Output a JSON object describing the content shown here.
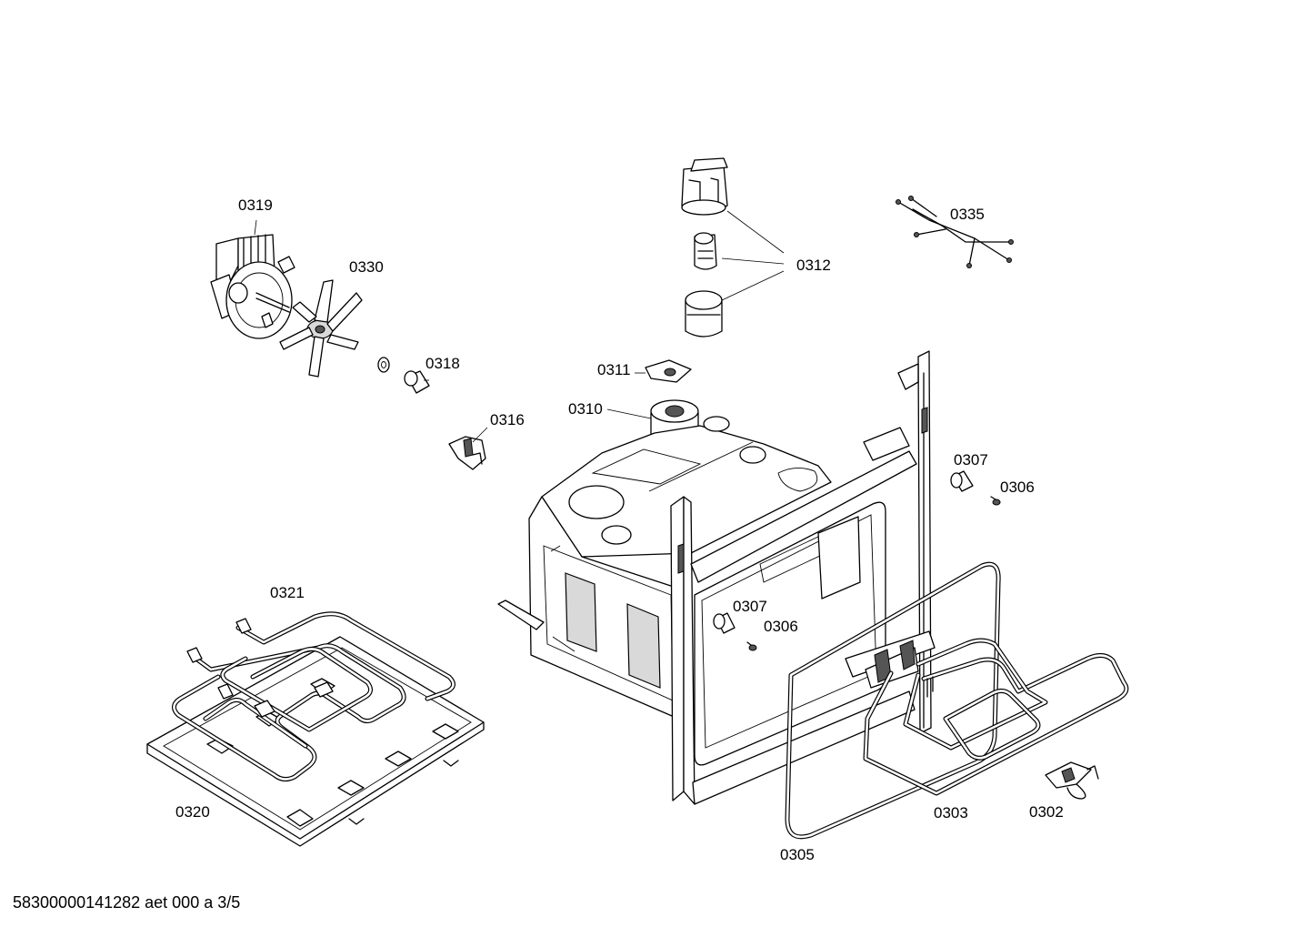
{
  "diagram": {
    "labels": {
      "p0319": "0319",
      "p0330": "0330",
      "p0318": "0318",
      "p0316": "0316",
      "p0311": "0311",
      "p0310": "0310",
      "p0312": "0312",
      "p0335": "0335",
      "p0307a": "0307",
      "p0306a": "0306",
      "p0307b": "0307",
      "p0306b": "0306",
      "p0321": "0321",
      "p0320": "0320",
      "p0305": "0305",
      "p0303": "0303",
      "p0302": "0302"
    },
    "footer": "58300000141282 aet 000 a 3/5"
  }
}
